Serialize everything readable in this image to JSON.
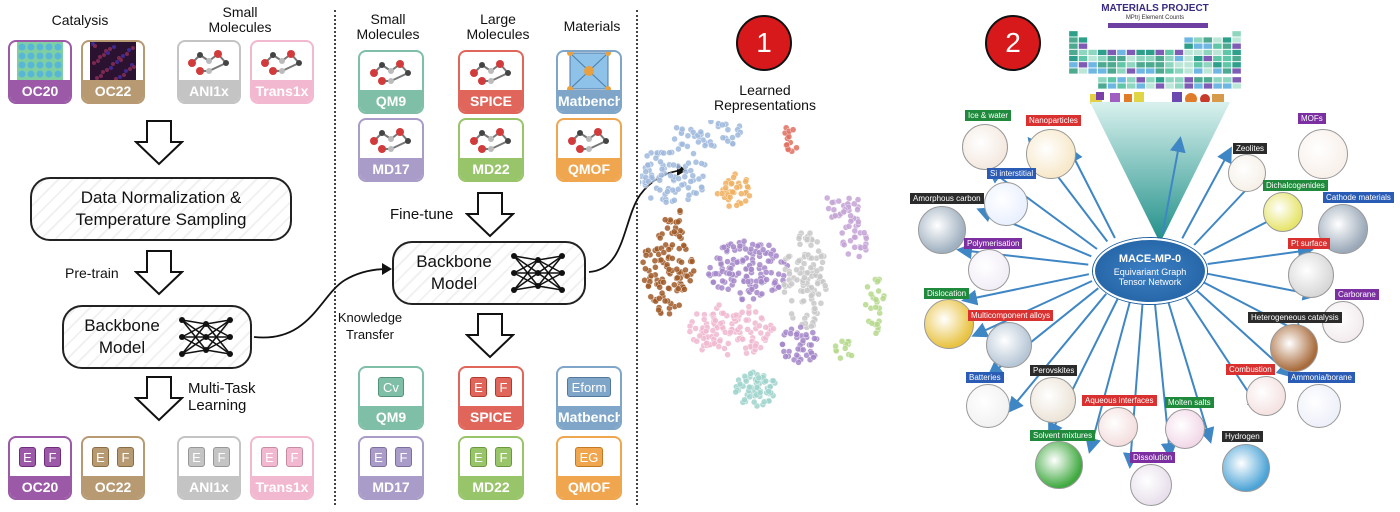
{
  "left": {
    "headers": {
      "catalysis": "Catalysis",
      "small_molecules": "Small Molecules"
    },
    "top_cards": [
      {
        "label": "OC20",
        "color": "#9b59a8"
      },
      {
        "label": "OC22",
        "color": "#b79a72"
      },
      {
        "label": "ANI1x",
        "color": "#c4c4c4"
      },
      {
        "label": "Trans1x",
        "color": "#f2b8cf"
      }
    ],
    "normalization": "Data Normalization & Temperature Sampling",
    "pretrain": "Pre-train",
    "backbone": "Backbone Model",
    "multitask": "Multi-Task Learning",
    "energy_label": "E",
    "force_label": "F",
    "bottom_cards": [
      {
        "label": "OC20",
        "color": "#9b59a8"
      },
      {
        "label": "OC22",
        "color": "#b79a72"
      },
      {
        "label": "ANI1x",
        "color": "#c4c4c4"
      },
      {
        "label": "Trans1x",
        "color": "#f2b8cf"
      }
    ]
  },
  "knowledge_transfer": "Knowledge Transfer",
  "middle": {
    "headers": {
      "small": "Small Molecules",
      "large": "Large Molecules",
      "materials": "Materials"
    },
    "top_cards": [
      {
        "label": "QM9",
        "color": "#7fbfa7"
      },
      {
        "label": "SPICE",
        "color": "#e0665b"
      },
      {
        "label": "Matbench",
        "color": "#7fa6c9"
      },
      {
        "label": "MD17",
        "color": "#a99cc9"
      },
      {
        "label": "MD22",
        "color": "#98c46a"
      },
      {
        "label": "QMOF",
        "color": "#f0a64f"
      }
    ],
    "finetune": "Fine-tune",
    "backbone": "Backbone Model",
    "target_cv": "Cv",
    "target_eform": "Eform",
    "target_eg": "EG",
    "bottom_cards": [
      {
        "label": "QM9",
        "color": "#7fbfa7"
      },
      {
        "label": "SPICE",
        "color": "#e0665b"
      },
      {
        "label": "Matbench",
        "color": "#7fa6c9"
      },
      {
        "label": "MD17",
        "color": "#a99cc9"
      },
      {
        "label": "MD22",
        "color": "#98c46a"
      },
      {
        "label": "QMOF",
        "color": "#f0a64f"
      }
    ]
  },
  "badge1": "1",
  "badge2": "2",
  "learned": "Learned Representations",
  "right": {
    "materials_project": "MATERIALS PROJECT",
    "periodic_caption": "MPtrj Element Counts",
    "ellipsis": "...",
    "hub_title": "MACE-MP-0",
    "hub_sub1": "Equivariant Graph",
    "hub_sub2": "Tensor Network",
    "tags": [
      {
        "text": "Ice & water",
        "color": "#1f8a3b"
      },
      {
        "text": "Nanoparticles",
        "color": "#d93030"
      },
      {
        "text": "Si interstitial",
        "color": "#2a5bb5"
      },
      {
        "text": "Amorphous carbon",
        "color": "#2b2b2b"
      },
      {
        "text": "Polymerisation",
        "color": "#7b2fa1"
      },
      {
        "text": "Dislocation",
        "color": "#1f8a3b"
      },
      {
        "text": "Multicomponent alloys",
        "color": "#d93030"
      },
      {
        "text": "Batteries",
        "color": "#2a5bb5"
      },
      {
        "text": "Perovskites",
        "color": "#2b2b2b"
      },
      {
        "text": "Aqueous interfaces",
        "color": "#d93030"
      },
      {
        "text": "Molten salts",
        "color": "#1f8a3b"
      },
      {
        "text": "Solvent mixtures",
        "color": "#1f8a3b"
      },
      {
        "text": "Dissolution",
        "color": "#7b2fa1"
      },
      {
        "text": "Zeolites",
        "color": "#2b2b2b"
      },
      {
        "text": "MOFs",
        "color": "#7b2fa1"
      },
      {
        "text": "Dichalcogenides",
        "color": "#1f8a3b"
      },
      {
        "text": "Cathode materials",
        "color": "#2a5bb5"
      },
      {
        "text": "Pt surface",
        "color": "#d93030"
      },
      {
        "text": "Carborane",
        "color": "#7b2fa1"
      },
      {
        "text": "Heterogeneous catalysis",
        "color": "#2b2b2b"
      },
      {
        "text": "Combustion",
        "color": "#d93030"
      },
      {
        "text": "Ammonia/borane",
        "color": "#2a5bb5"
      },
      {
        "text": "Hydrogen",
        "color": "#2b2b2b"
      }
    ]
  }
}
